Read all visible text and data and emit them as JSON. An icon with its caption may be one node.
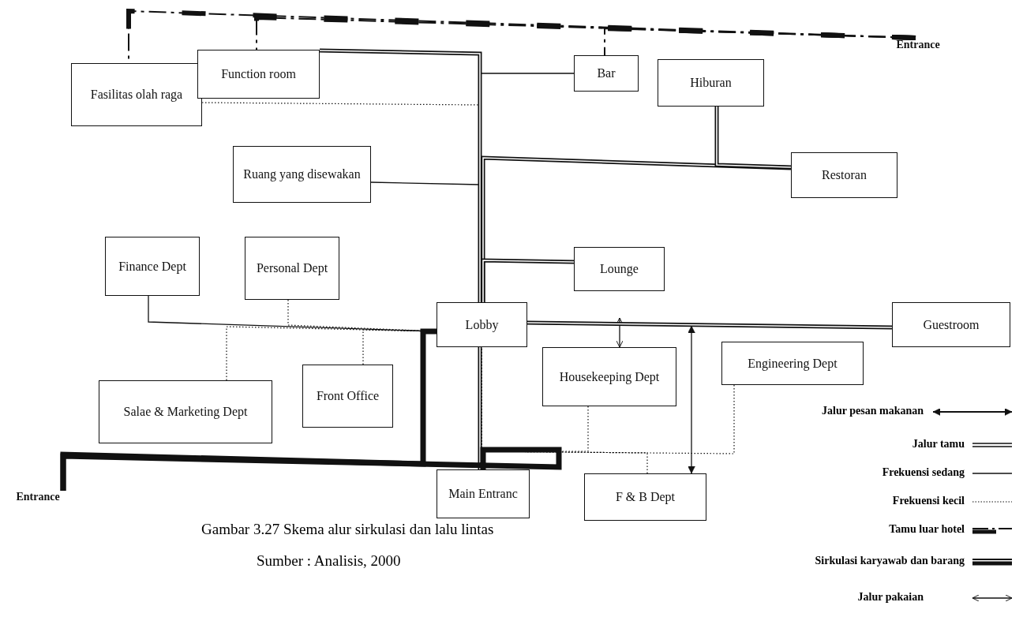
{
  "diagram": {
    "caption": "Gambar 3.27 Skema alur sirkulasi dan lalu lintas",
    "nodes": [
      {
        "text": [
          "Fasilitas olah raga"
        ]
      },
      {
        "text": [
          "Function room"
        ]
      },
      {
        "text": [
          "Bar"
        ]
      },
      {
        "text": [
          "Hiburan"
        ]
      },
      {
        "text": [
          "Restoran"
        ]
      },
      {
        "text": [
          "Ruang yang disewakan"
        ]
      },
      {
        "text": [
          "Lounge"
        ]
      },
      {
        "text": [
          "Finance Dept"
        ]
      },
      {
        "text": [
          "Personal Dept"
        ]
      },
      {
        "text": [
          "Lobby"
        ]
      },
      {
        "text": [
          "Guestroom"
        ]
      },
      {
        "text": [
          "Housekeeping Dept"
        ]
      },
      {
        "text": [
          "Engineering Dept"
        ]
      },
      {
        "text": [
          "Salae & Marketing Dept"
        ]
      },
      {
        "text": [
          "Front Office"
        ]
      },
      {
        "text": [
          "Main Entranc"
        ]
      },
      {
        "text": [
          "F & B Dept"
        ]
      },
      {
        "text": [
          "Entrance"
        ]
      },
      {
        "text": [
          "Entrance"
        ]
      }
    ],
    "edges": [
      {
        "from": 0,
        "to": 9,
        "arrow": "none",
        "style": "dashed"
      },
      {
        "from": 1,
        "to": 9,
        "arrow": "none",
        "style": "thick"
      },
      {
        "from": 2,
        "to": 9,
        "arrow": "none"
      },
      {
        "from": 5,
        "to": 9,
        "arrow": "none"
      },
      {
        "from": 4,
        "to": 9,
        "arrow": "none",
        "style": "thick"
      },
      {
        "from": 3,
        "to": 4,
        "arrow": "none",
        "style": "thick"
      },
      {
        "from": 6,
        "to": 9,
        "arrow": "none",
        "style": "thick"
      },
      {
        "from": 9,
        "to": 10,
        "arrow": "none",
        "style": "thick"
      },
      {
        "from": 9,
        "to": 15,
        "arrow": "none",
        "style": "thick"
      },
      {
        "from": 7,
        "to": 9,
        "arrow": "none"
      },
      {
        "from": 8,
        "to": 9,
        "arrow": "none",
        "style": "dashed"
      },
      {
        "from": 13,
        "to": 9,
        "arrow": "none",
        "style": "dashed"
      },
      {
        "from": 14,
        "to": 9,
        "arrow": "none",
        "style": "dashed"
      },
      {
        "from": null,
        "to": 11,
        "arrow": "both"
      },
      {
        "from": null,
        "to": 16,
        "arrow": "both"
      },
      {
        "from": 11,
        "to": 9,
        "arrow": "none",
        "style": "dashed"
      },
      {
        "from": 12,
        "to": 9,
        "arrow": "none",
        "style": "dashed"
      },
      {
        "from": 16,
        "to": 9,
        "arrow": "none",
        "style": "dashed"
      },
      {
        "from": 18,
        "to": 9,
        "arrow": "none",
        "style": "thick"
      },
      {
        "from": 18,
        "to": 15,
        "arrow": "none",
        "style": "thick"
      },
      {
        "from": 17,
        "to": 0,
        "arrow": "none",
        "style": "dashed"
      },
      {
        "from": 17,
        "to": 1,
        "arrow": "none",
        "style": "dashed"
      },
      {
        "from": 17,
        "to": 2,
        "arrow": "none",
        "style": "dashed"
      }
    ],
    "labels": [
      "Sumber : Analisis, 2000"
    ],
    "legend": [
      {
        "text": "Jalur pesan makanan"
      },
      {
        "text": "Jalur tamu"
      },
      {
        "text": "Frekuensi sedang"
      },
      {
        "text": "Frekuensi kecil"
      },
      {
        "text": "Tamu luar hotel"
      },
      {
        "text": "Sirkulasi  karyawab dan barang"
      },
      {
        "text": "Jalur pakaian"
      }
    ]
  }
}
